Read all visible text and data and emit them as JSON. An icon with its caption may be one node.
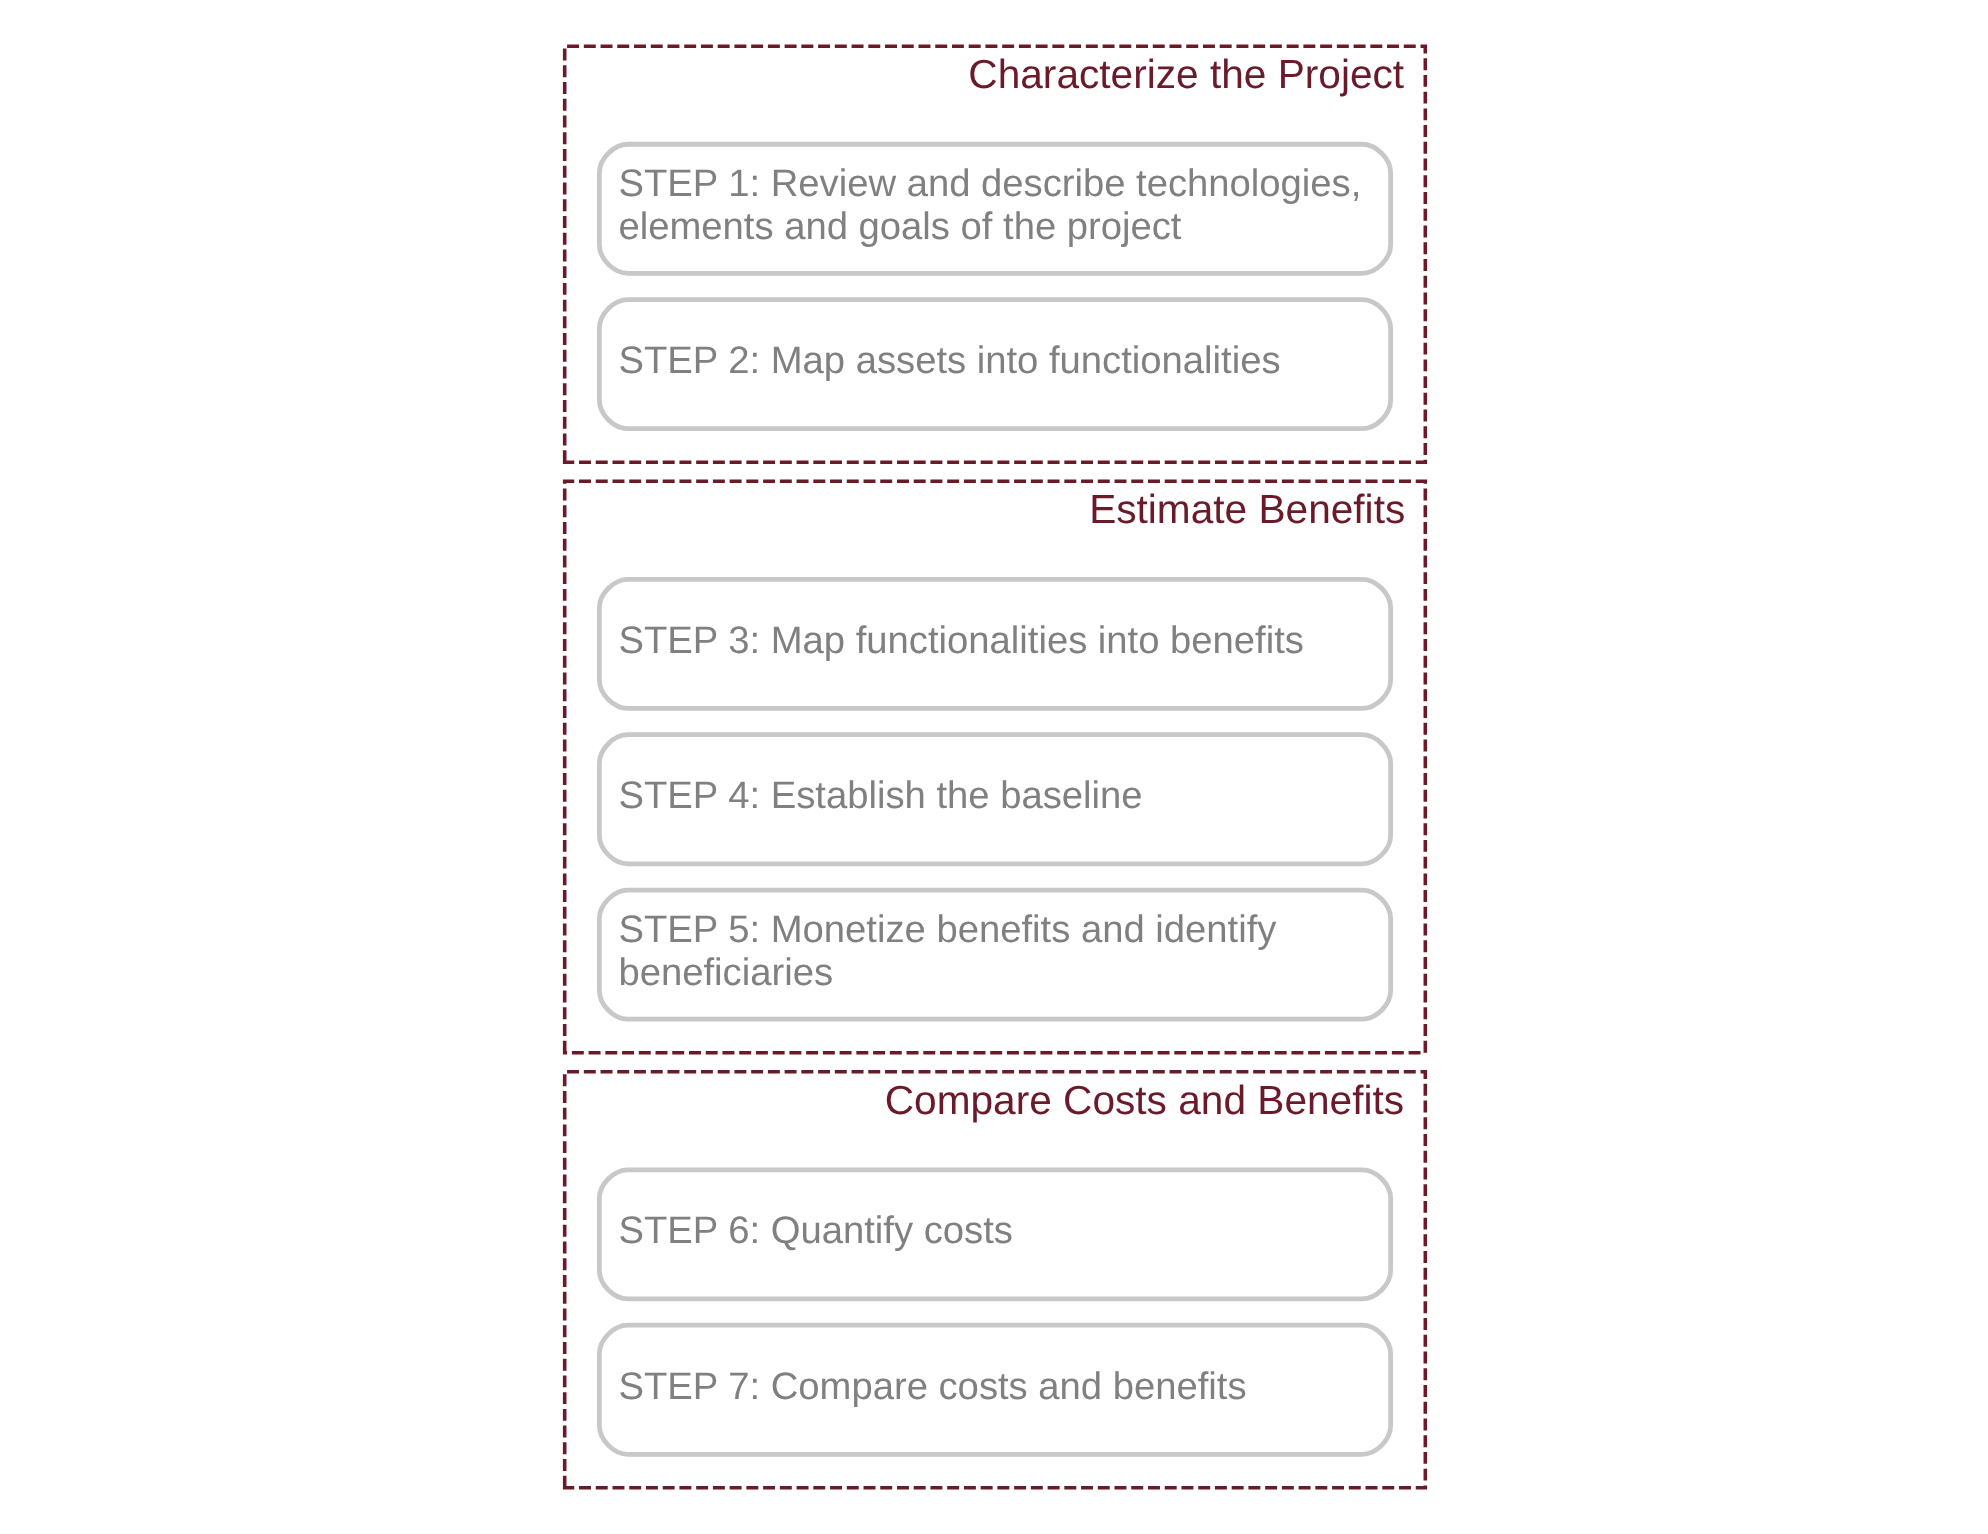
{
  "diagram": {
    "nodes": [
      {
        "text": [
          "Characterize the Project"
        ]
      },
      {
        "text": [
          "STEP 1: Review and describe technologies, elements and goals of the project"
        ],
        "in": 0
      },
      {
        "text": [
          "STEP 2: Map assets into functionalities"
        ],
        "in": 0
      },
      {
        "text": [
          "Estimate Benefits"
        ]
      },
      {
        "text": [
          "STEP 3: Map functionalities into benefits"
        ],
        "in": 3
      },
      {
        "text": [
          "STEP 4: Establish the baseline"
        ],
        "in": 3
      },
      {
        "text": [
          "STEP 5: Monetize benefits and identify beneficiaries"
        ],
        "in": 3
      },
      {
        "text": [
          "Compare Costs and Benefits"
        ]
      },
      {
        "text": [
          "STEP 6: Quantify costs"
        ],
        "in": 7
      },
      {
        "text": [
          "STEP 7: Compare costs and benefits"
        ],
        "in": 7
      }
    ],
    "edges": []
  }
}
